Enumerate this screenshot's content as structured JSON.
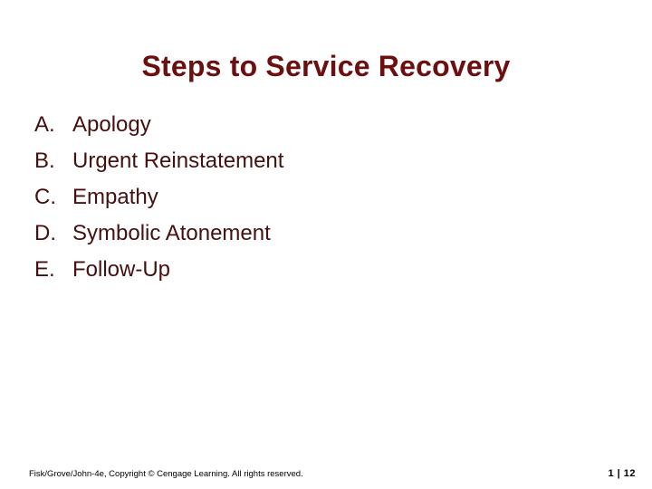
{
  "slide": {
    "title": "Steps to Service Recovery",
    "title_color": "#6B0F0F",
    "body_color": "#45100F",
    "background_color": "#FFFFFF",
    "items": [
      {
        "marker": "A.",
        "text": "Apology"
      },
      {
        "marker": "B.",
        "text": "Urgent Reinstatement"
      },
      {
        "marker": "C.",
        "text": "Empathy"
      },
      {
        "marker": "D.",
        "text": "Symbolic Atonement"
      },
      {
        "marker": "E.",
        "text": "Follow-Up"
      }
    ],
    "footer": {
      "note": "Fisk/Grove/John-4e, Copyright © Cengage Learning. All rights reserved.",
      "page_indicator": "1 | 12",
      "current_page": "1",
      "total_pages": "12"
    }
  }
}
